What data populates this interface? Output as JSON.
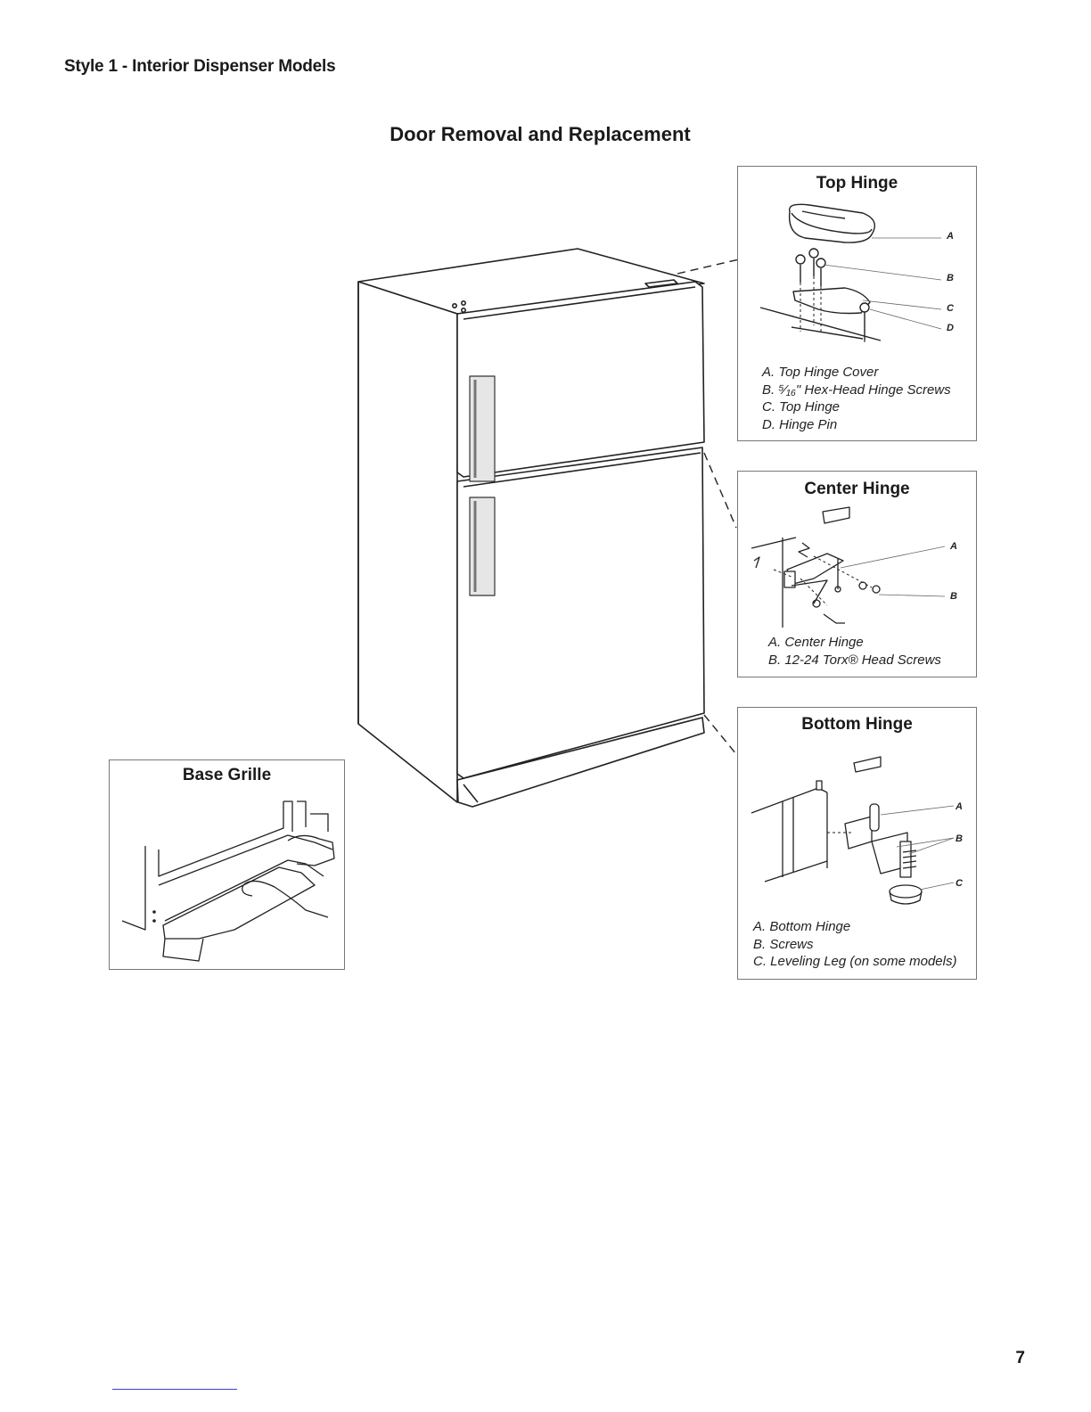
{
  "header": {
    "section_label": "Style 1 - Interior Dispenser Models",
    "title": "Door Removal and Replacement"
  },
  "top_hinge": {
    "title": "Top Hinge",
    "callouts": [
      "A",
      "B",
      "C",
      "D"
    ],
    "legend": [
      "A. Top Hinge Cover",
      "B. ⁵⁄₁₆\" Hex-Head Hinge Screws",
      "C. Top Hinge",
      "D. Hinge Pin"
    ]
  },
  "center_hinge": {
    "title": "Center Hinge",
    "callouts": [
      "A",
      "B"
    ],
    "legend": [
      "A. Center Hinge",
      "B. 12-24 Torx® Head Screws"
    ]
  },
  "bottom_hinge": {
    "title": "Bottom Hinge",
    "callouts": [
      "A",
      "B",
      "C"
    ],
    "legend": [
      "A. Bottom Hinge",
      "B. Screws",
      "C. Leveling Leg (on some models)"
    ]
  },
  "base_grille": {
    "title": "Base Grille"
  },
  "page_number": "7"
}
